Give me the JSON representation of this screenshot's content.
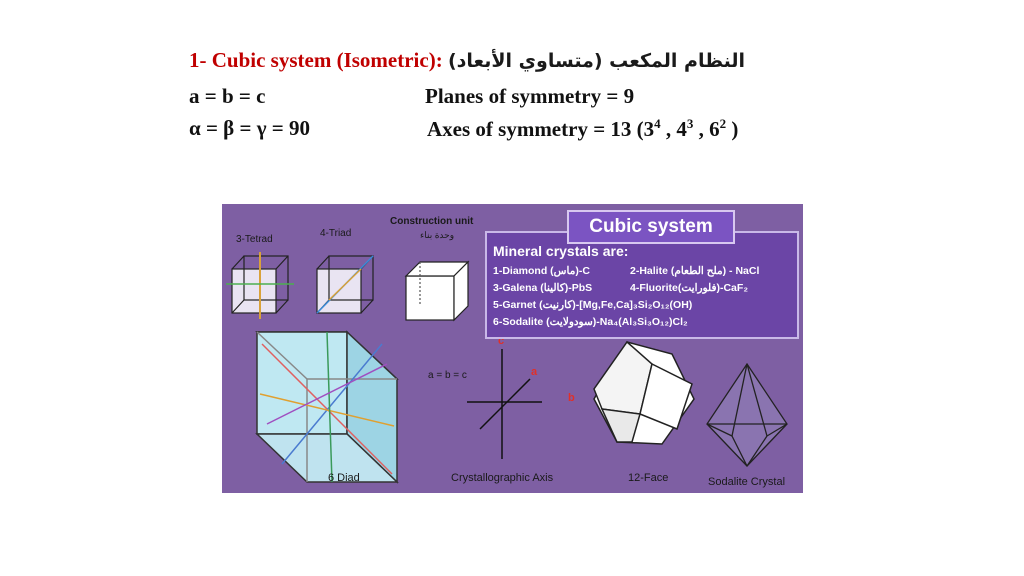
{
  "title": {
    "main": "1- Cubic system (Isometric): ",
    "arabic": "النظام المكعب (متساوي الأبعاد)"
  },
  "properties": {
    "axes_relation": "a = b = c",
    "angles": "α = β = γ  = 90",
    "planes": "Planes of symmetry = 9",
    "axes_prefix": "Axes of symmetry = 13 (3",
    "axes_sup1": "4",
    "axes_mid1": " , 4",
    "axes_sup2": "3",
    "axes_mid2": " , 6",
    "axes_sup3": "2",
    "axes_suffix": " )"
  },
  "figure": {
    "tetrad": "3-Tetrad",
    "triad": "4-Triad",
    "construction_unit": "Construction unit",
    "construction_unit_ar": "وحدة بناء",
    "diad": "6 Diad",
    "crystallographic_axis": "Crystallographic Axis",
    "twelve_face": "12-Face",
    "sodalite_crystal": "Sodalite Crystal",
    "abc_equal": "a = b = c",
    "axis_a": "a",
    "axis_b": "b",
    "axis_c": "c",
    "panel_title": "Cubic system",
    "panel_heading": "Mineral crystals are:",
    "minerals": [
      "1-Diamond (ماس)-C",
      "2-Halite (ملح الطعام) - NaCl",
      "3-Galena (كالينا)-PbS",
      "4-Fluorite(فلورايت)-CaF₂",
      "5-Garnet (كارنيت)-[Mg,Fe,Ca]₃Si₂O₁₂(OH)",
      "6-Sodalite (سودولايت)-Na₄(Al₃Si₃O₁₂)Cl₂"
    ]
  },
  "colors": {
    "title_red": "#c00000",
    "figure_bg": "#7e5fa3",
    "panel_bg": "#6b45a6",
    "axis_red": "#e0302a"
  }
}
